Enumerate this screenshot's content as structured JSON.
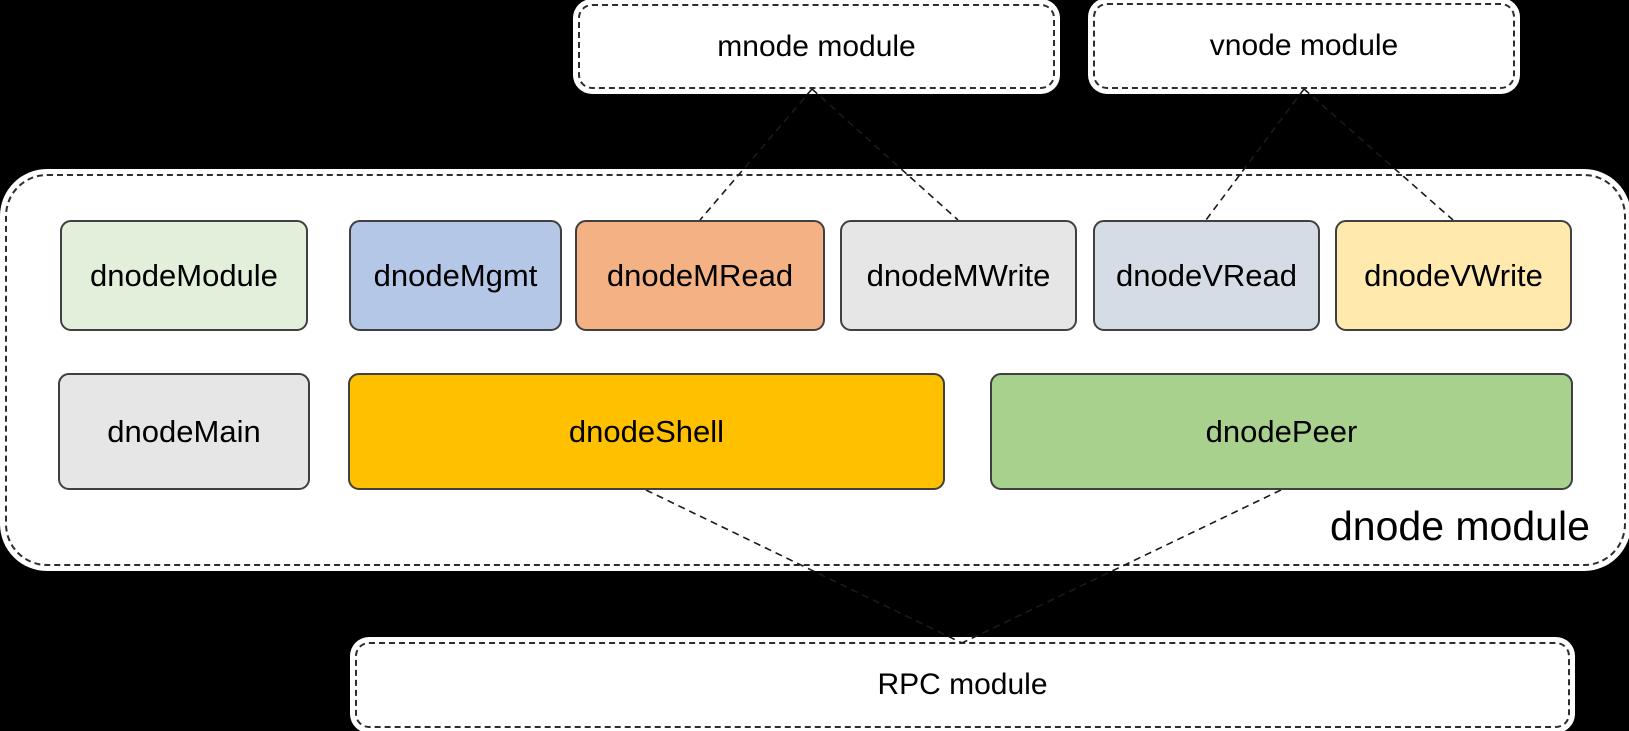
{
  "colors": {
    "background": "#000000",
    "module_fill": "#ffffff",
    "dashed_border": "#2d2d2d",
    "component_border": "#404040",
    "connector": "#1a1a1a",
    "text": "#000000"
  },
  "top_modules": [
    {
      "id": "mnode",
      "label": "mnode module"
    },
    {
      "id": "vnode",
      "label": "vnode module"
    }
  ],
  "dnode_container": {
    "label": "dnode module",
    "row1": [
      {
        "id": "dnodeModule",
        "label": "dnodeModule",
        "fill": "#e2efda"
      },
      {
        "id": "dnodeMgmt",
        "label": "dnodeMgmt",
        "fill": "#b4c7e7"
      },
      {
        "id": "dnodeMRead",
        "label": "dnodeMRead",
        "fill": "#f4b183"
      },
      {
        "id": "dnodeMWrite",
        "label": "dnodeMWrite",
        "fill": "#e7e6e6"
      },
      {
        "id": "dnodeVRead",
        "label": "dnodeVRead",
        "fill": "#d6dce5"
      },
      {
        "id": "dnodeVWrite",
        "label": "dnodeVWrite",
        "fill": "#ffe9ad"
      }
    ],
    "row2": [
      {
        "id": "dnodeMain",
        "label": "dnodeMain",
        "fill": "#e7e6e6"
      },
      {
        "id": "dnodeShell",
        "label": "dnodeShell",
        "fill": "#ffc000"
      },
      {
        "id": "dnodePeer",
        "label": "dnodePeer",
        "fill": "#a9d18e"
      }
    ]
  },
  "rpc_module": {
    "label": "RPC module"
  },
  "connections": [
    {
      "from": "mnode",
      "to": "dnodeMRead"
    },
    {
      "from": "mnode",
      "to": "dnodeMWrite"
    },
    {
      "from": "vnode",
      "to": "dnodeVRead"
    },
    {
      "from": "vnode",
      "to": "dnodeVWrite"
    },
    {
      "from": "dnodeShell",
      "to": "rpc"
    },
    {
      "from": "dnodePeer",
      "to": "rpc"
    }
  ]
}
